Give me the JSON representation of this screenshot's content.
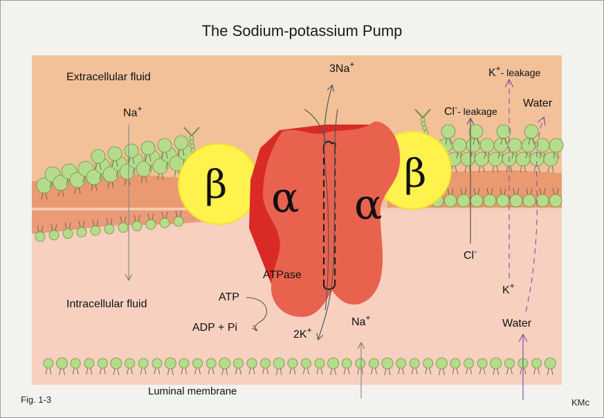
{
  "title": "The Sodium-potassium Pump",
  "colors": {
    "extracellular": "#f2c199",
    "intracellular": "#f7d0c0",
    "membrane_band": "#e9926a",
    "alpha_subunit": "#e8624e",
    "alpha_dark": "#d92a26",
    "beta_subunit": "#fff24d",
    "lipid_head": "#b5dc8a",
    "lipid_outline": "#6c8f48",
    "arrow_gray": "#8a8a8a",
    "arrow_purple": "#8a5aa8"
  },
  "labels": {
    "extracellular_fluid": "Extracellular fluid",
    "intracellular_fluid": "Intracellular fluid",
    "luminal_membrane": "Luminal membrane",
    "na_in_left": "Na",
    "na_in_left_sup": "+",
    "three_na": "3Na",
    "three_na_sup": "+",
    "k_leak": "K",
    "k_leak_sup": "+",
    "k_leak_suffix": "- leakage",
    "cl_leak": "Cl",
    "cl_leak_sup": "-",
    "cl_leak_suffix": "- leakage",
    "water_top": "Water",
    "beta_left": "β",
    "alpha_left": "α",
    "alpha_right": "α",
    "beta_right": "β",
    "atpase": "ATPase",
    "atp": "ATP",
    "adp": "ADP +  Pi",
    "two_k": "2K",
    "two_k_sup": "+",
    "na_bottom": "Na",
    "na_bottom_sup": "+",
    "cl_inside": "Cl",
    "cl_inside_sup": "-",
    "k_inside": "K",
    "k_inside_sup": "+",
    "water_bottom": "Water",
    "fig": "Fig. 1-3",
    "credit": "KMc"
  }
}
